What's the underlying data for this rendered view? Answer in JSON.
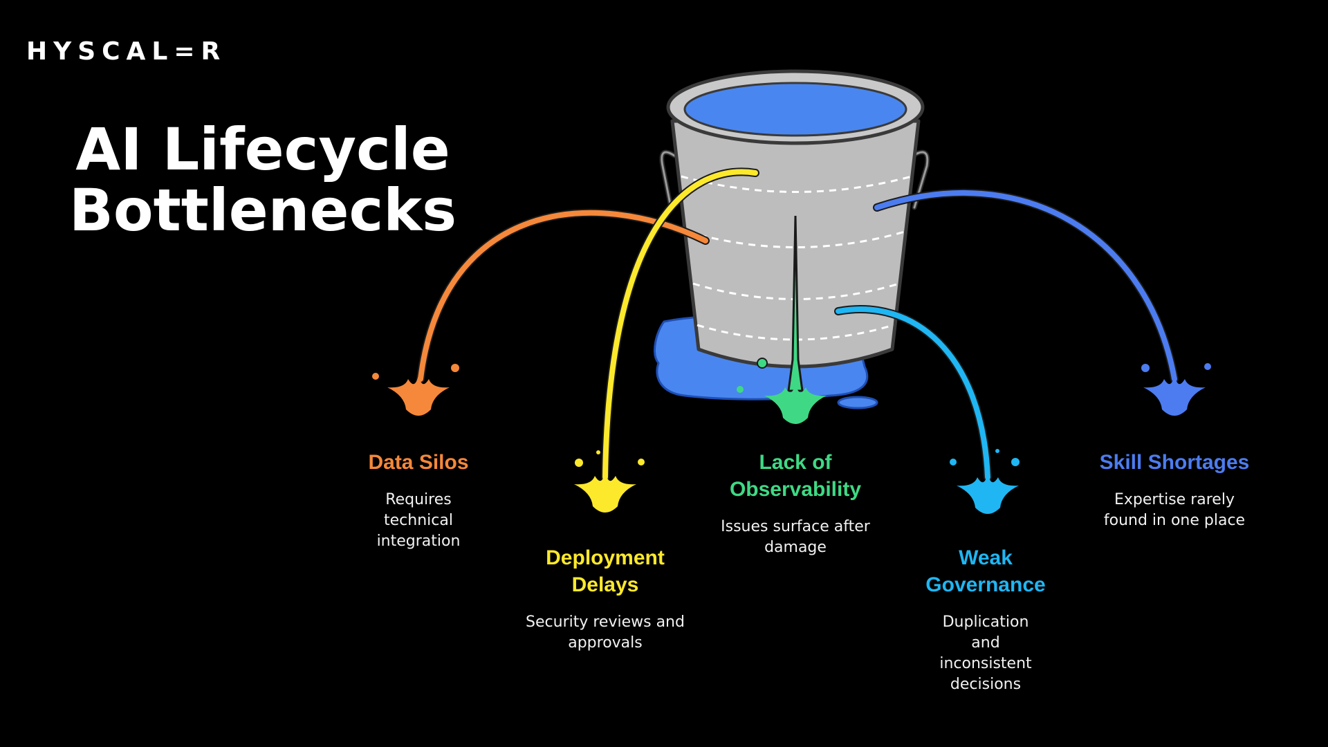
{
  "brand": {
    "logo_text": "HYSCAL=R"
  },
  "title": {
    "line1": "AI Lifecycle",
    "line2": "Bottlenecks"
  },
  "bottlenecks": [
    {
      "title": "Data Silos",
      "description": "Requires technical integration",
      "color": "#f5883a"
    },
    {
      "title": "Deployment Delays",
      "description": "Security reviews and approvals",
      "color": "#fde92c"
    },
    {
      "title": "Lack of Observability",
      "description": "Issues surface after damage",
      "color": "#3fd985"
    },
    {
      "title": "Weak Governance",
      "description": "Duplication and inconsistent decisions",
      "color": "#1fb6f3"
    },
    {
      "title": "Skill Shortages",
      "description": "Expertise rarely found in one place",
      "color": "#4c7cf0"
    }
  ],
  "bucket": {
    "body_color": "#bdbdbd",
    "water_color": "#4a86ef"
  }
}
